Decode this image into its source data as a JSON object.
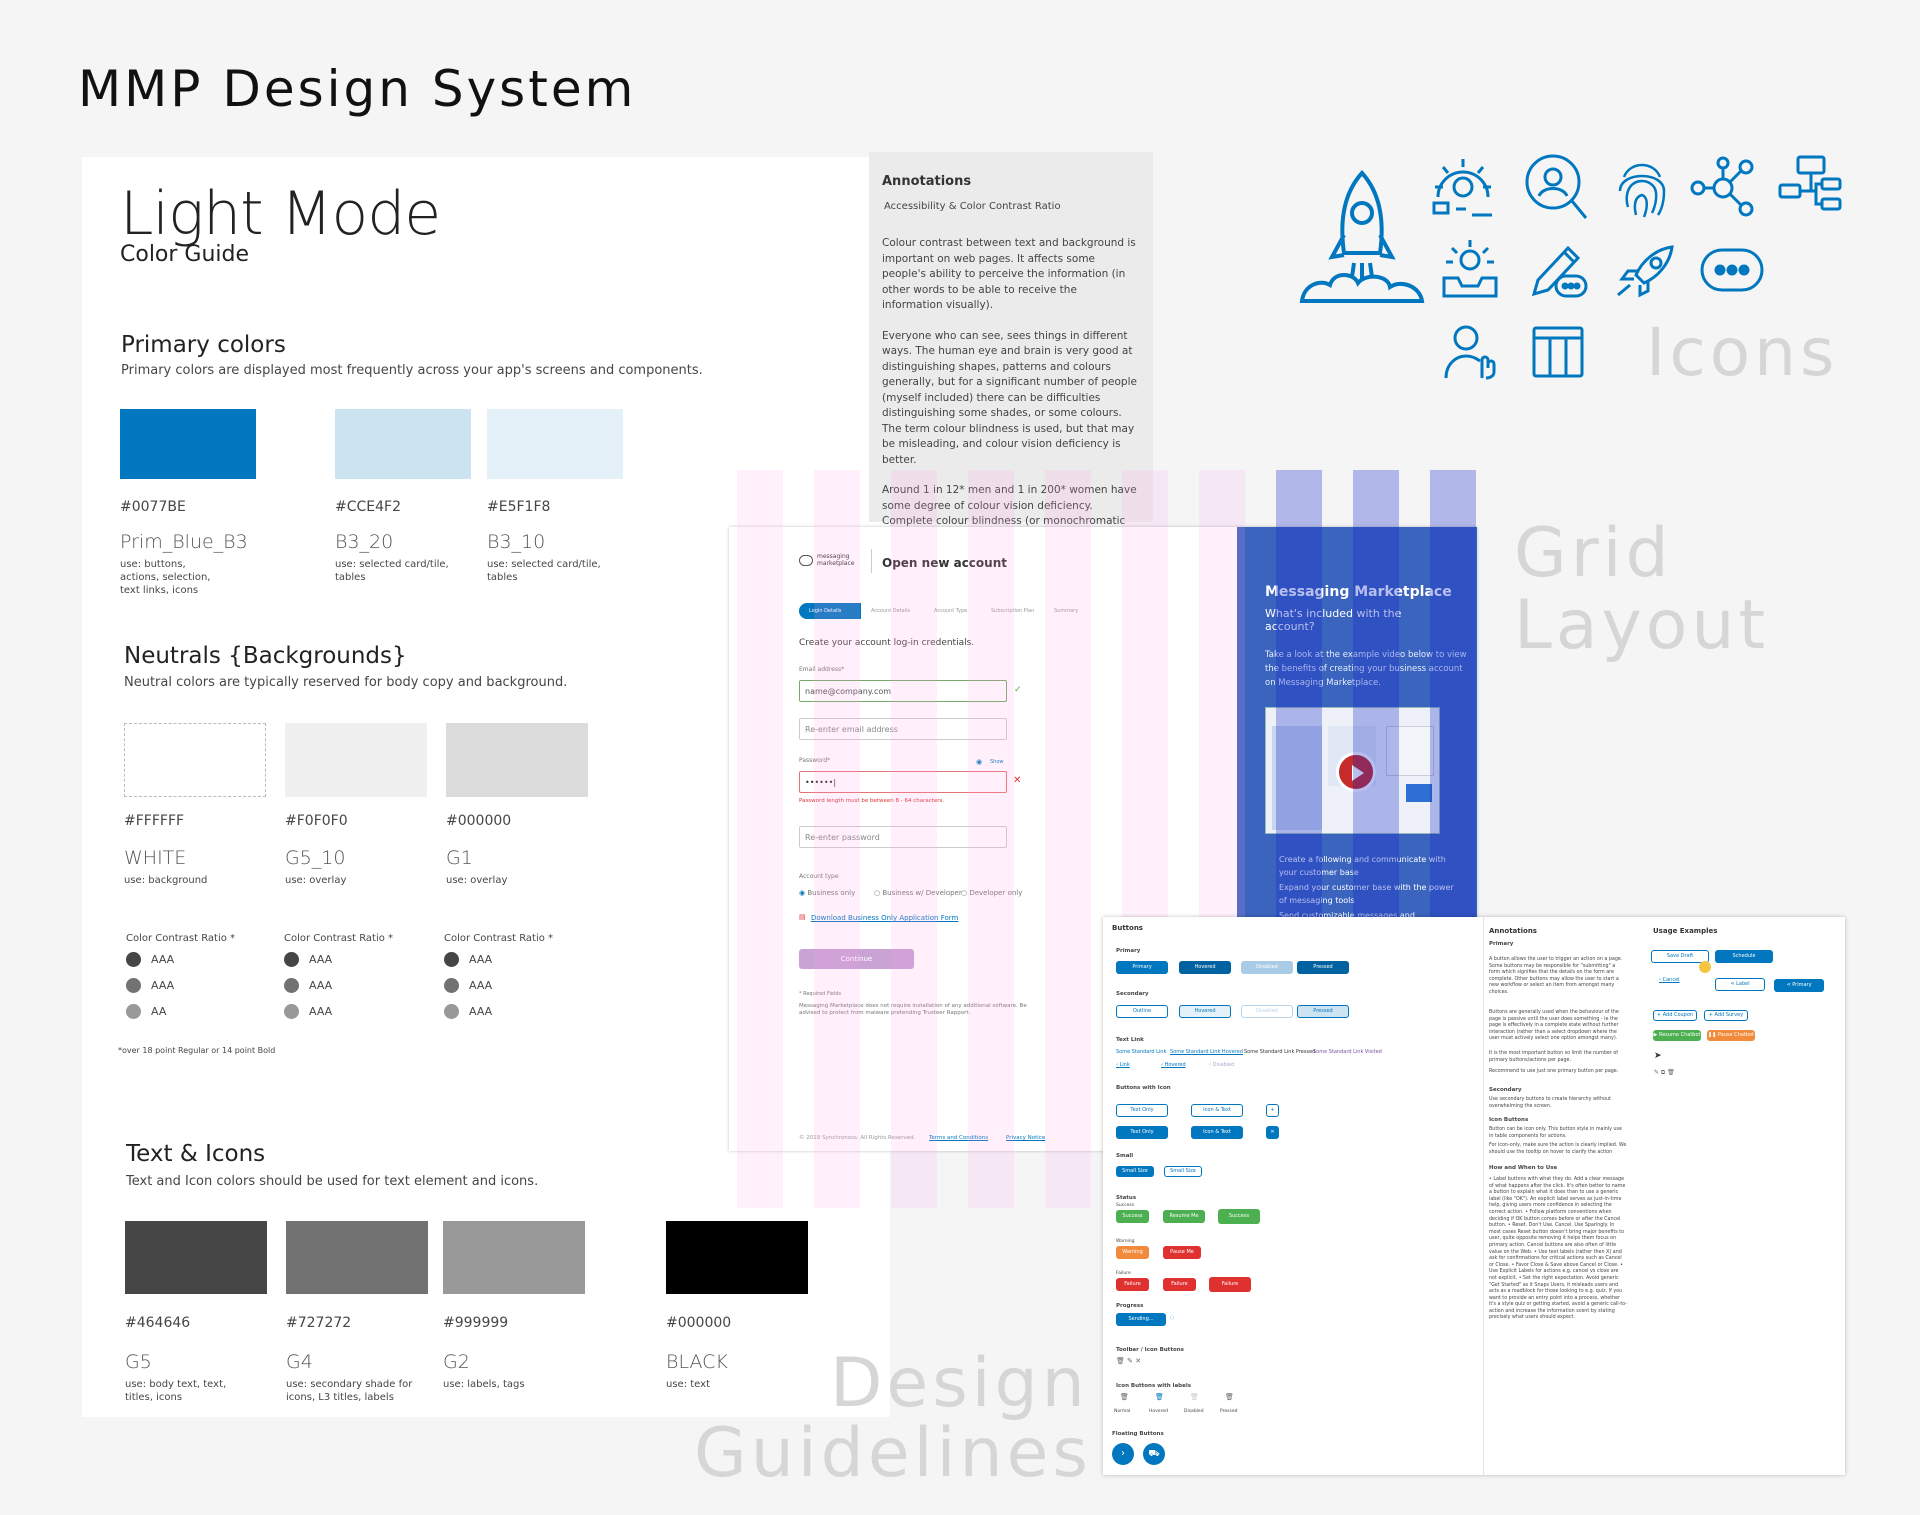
{
  "page": {
    "title": "MMP Design System"
  },
  "labels": {
    "icons": "Icons",
    "grid": [
      "Grid",
      "Layout"
    ],
    "guidelines": [
      "Design",
      "Guidelines"
    ]
  },
  "guide": {
    "heading": "Light Mode",
    "subheading": "Color Guide",
    "primary": {
      "title": "Primary colors",
      "desc": "Primary colors are displayed most frequently across your app's screens and components.",
      "swatches": [
        {
          "hex": "#0077BE",
          "name": "Prim_Blue_B3",
          "use": "use: buttons, actions, selection, text links, icons"
        },
        {
          "hex": "#CCE4F2",
          "name": "B3_20",
          "use": "use: selected card/tile, tables"
        },
        {
          "hex": "#E5F1F8",
          "name": "B3_10",
          "use": "use: selected card/tile, tables"
        }
      ]
    },
    "neutrals": {
      "title": "Neutrals {Backgrounds}",
      "desc": "Neutral colors are typically reserved for body copy and background.",
      "swatches": [
        {
          "hex": "#FFFFFF",
          "name": "WHITE",
          "use": "use: background"
        },
        {
          "hex": "#F0F0F0",
          "name": "G5_10",
          "use": "use: overlay"
        },
        {
          "hex": "#000000",
          "name": "G1",
          "use": "use: overlay"
        }
      ],
      "contrast_label": "Color Contrast Ratio  *",
      "contrast": [
        [
          "AAA",
          "AAA",
          "AA"
        ],
        [
          "AAA",
          "AAA",
          "AAA"
        ],
        [
          "AAA",
          "AAA",
          "AAA"
        ]
      ],
      "footnote": "*over 18 point Regular or 14 point Bold"
    },
    "text_icons": {
      "title": "Text & Icons",
      "desc": "Text and Icon colors should be used for text element and icons.",
      "swatches": [
        {
          "hex": "#464646",
          "name": "G5",
          "use": "use:  body text, text, titles, icons"
        },
        {
          "hex": "#727272",
          "name": "G4",
          "use": "use:  secondary shade for icons, L3 titles, labels"
        },
        {
          "hex": "#999999",
          "name": "G2",
          "use": "use: labels, tags"
        },
        {
          "hex": "#000000",
          "name": "BLACK",
          "use": "use: text"
        }
      ]
    }
  },
  "annotations": {
    "title": "Annotations",
    "subtitle": "Accessibility & Color Contrast Ratio",
    "paragraphs": [
      "Colour contrast between text and background is important on web pages. It affects some people's ability to perceive the information (in other words to be able to receive the information visually).",
      "Everyone who can see, sees things in different ways. The human eye and brain is very good at distinguishing shapes, patterns and colours generally, but for a significant number of people (myself included) there can be difficulties distinguishing some shades, or some colours. The term colour blindness is used, but that may be misleading, and colour vision deficiency is better.",
      "Around 1 in 12* men and 1 in 200* women have some degree of colour vision deficiency. Complete colour blindness (or monochromatic vision) is extremely rare."
    ]
  },
  "form": {
    "logo_top": "messaging",
    "logo_bottom": "marketplace",
    "heading": "Open new account",
    "steps": [
      "Login Details",
      "Account Details",
      "Account Type",
      "Subscription Plan",
      "Summary"
    ],
    "intro": "Create your account log-in credentials.",
    "email_label": "Email address*",
    "email_value": "name@company.com",
    "reenter_email": "Re-enter email address",
    "password_label": "Password*",
    "show": "Show",
    "password_value": "••••••|",
    "password_error": "Password length must be between 8 - 64 characters.",
    "reenter_password": "Re-enter password",
    "account_type_label": "Account type",
    "account_types": [
      "Business only",
      "Business w/ Developer",
      "Developer only"
    ],
    "download_link": "Download Business Only Application Form",
    "continue": "Continue",
    "required_note": "* Required Fields",
    "disclaimer": "Messaging Marketplace does not require installation of any additional software. Be advised to protect from malware pretending Trusteer Rapport.",
    "footer_copy": "© 2019 Synchronoss. All Rights Reserved.",
    "footer_terms": "Terms and Conditions",
    "footer_privacy": "Privacy Notice",
    "side": {
      "title": "Messaging Marketplace",
      "subtitle": "What's included with the account?",
      "desc": "Take a look at the example video below to view the benefits of creating your business account on Messaging Marketplace.",
      "bullets": [
        "Create a following and communicate with your customer base",
        "Expand your customer base with the power of messaging tools",
        "Send customizable messages and"
      ]
    }
  },
  "buttons_panel": {
    "title": "Buttons",
    "primary_label": "Primary",
    "states": [
      "Primary",
      "Hovered",
      "Disabled",
      "Pressed"
    ],
    "secondary_label": "Secondary",
    "secondary_states": [
      "Outline",
      "Hovered",
      "Disabled",
      "Pressed"
    ],
    "text_link_label": "Text Link",
    "text_links": [
      "Some Standard Link",
      "Some Standard Link Hovered",
      "Some Standard Link Pressed",
      "Some Standard Link Visited"
    ],
    "back_links": [
      "Link",
      "Hovered",
      "Disabled"
    ],
    "with_icon_label": "Buttons with Icon",
    "text_only": "Text Only",
    "icon_text": "Icon & Text",
    "small_label": "Small",
    "small_size": "Small Size",
    "status_label": "Status",
    "success_label": "Success",
    "success_btns": [
      "Success",
      "Resume Me",
      "Success"
    ],
    "warning_label": "Warning",
    "warning_btns": [
      "Warning",
      "Pause Me"
    ],
    "failure_label": "Failure",
    "failure_btns": [
      "Failure",
      "Failure",
      "Failure"
    ],
    "progress_label": "Progress",
    "sending": "Sending...",
    "toolbar_label": "Toolbar / Icon Buttons",
    "icon_labels_label": "Icon Buttons with labels",
    "icon_states": [
      "Normal",
      "Hovered",
      "Disabled",
      "Pressed"
    ],
    "floating_label": "Floating Buttons",
    "annotations_title": "Annotations",
    "ann_primary": "Primary",
    "ann_primary_text": "A button allows the user to trigger an action on a page. Some buttons may be responsible for \"submitting\" a form which signifies that the details on the form are complete. Other buttons may allow the user to start a new workflow or select an item from amongst many choices.",
    "ann_secondary_intro": "Buttons are generally used when the behaviour of the page is passive until the user does something - ie the page is effectively in a complete state without further interaction (rather than a select dropdown where the user must actively select one option amongst many).",
    "ann_important": "It is the most important button so limit the number of primary buttons/actions per page.",
    "ann_recommend": "Recommend to use just one primary button per page.",
    "ann_secondary": "Secondary",
    "ann_secondary_text": "Use secondary buttons to create hierarchy without overwhelming the screen.",
    "ann_icon": "Icon Buttons",
    "ann_icon_text": "Button can be icon only. This button style in mainly use in table components for actions.",
    "ann_icon_text2": "For icon-only, make sure the action is clearly implied. We should use the tooltip on hover to clarify the action",
    "ann_how": "How and When to Use",
    "ann_how_text": "• Label buttons with what they do. Add a clear message of what happens after the click. It's often better to name a button to explain what it does than to use a generic label (like \"OK\"). An explicit label serves as just-in-time help, giving users more confidence in selecting the correct action. • Follow platform conventions when deciding if OK button comes before or after the Cancel button. • Reset. Don't Use. Cancel. Use Sparingly. In most cases Reset button doesn't bring major benefits to user, quite opposite removing it helps them focus on primary action. Cancel buttons are also often of little value on the Web. • Use text labels (rather then X) and ask for confirmations for critical actions such as Cancel or Close. • Favor Close & Save above Cancel or Close. • Use Explicit Labels for actions e.g. cancel vs close are not explicit. • Set the right expectation. Avoid generic \"Get Started\" as it Snaps Users, it misleads users and acts as a roadblock for those looking to e.g. quiz. If you want to provide an entry point into a process, whether it's a style quiz or getting started, avoid a generic call-to-action and increase the information scent by stating precisely what users should expect.",
    "usage_title": "Usage Examples",
    "usage": {
      "save_draft": "Save Draft",
      "schedule": "Schedule",
      "cancel": "Cancel",
      "label": "Label",
      "primary": "Primary",
      "add_coupon": "Add Coupon",
      "add_survey": "Add Survey",
      "resume_chatbot": "Resume Chatbot",
      "pause_chatbot": "Pause Chatbot"
    }
  },
  "colors": {
    "primary": "#0077BE",
    "success": "#4caf50",
    "warning": "#f28a3c",
    "failure": "#e03131"
  }
}
